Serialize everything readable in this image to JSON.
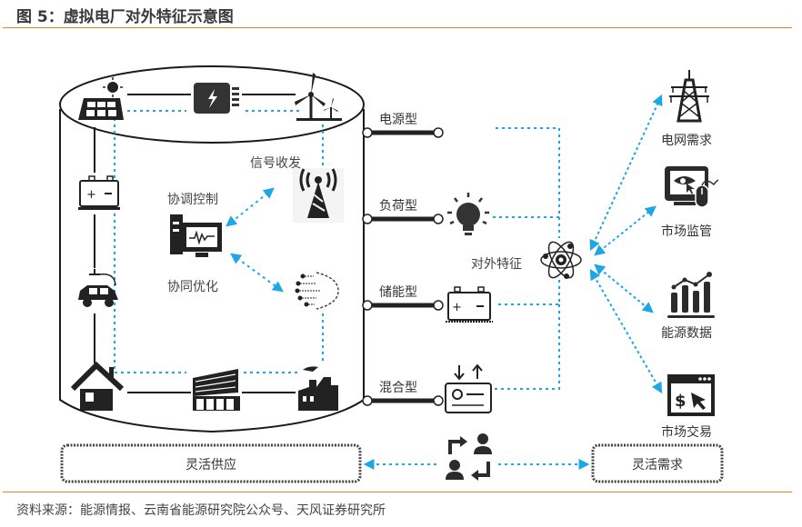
{
  "figure": {
    "title": "图 5：虚拟电厂对外特征示意图",
    "source": "资料来源：能源情报、云南省能源研究院公众号、天风证券研究所"
  },
  "colors": {
    "accent_rule": "#e8822f",
    "link_blue": "#1ea7e6",
    "icon_dark": "#2b2b2b"
  },
  "cylinder": {
    "top_icons": [
      "solar-panel",
      "inverter",
      "wind-turbine"
    ],
    "left_icons": [
      "battery",
      "electric-vehicle",
      "house"
    ],
    "bottom_icons": [
      "house",
      "office-building",
      "factory"
    ],
    "labels": {
      "signal": "信号收发",
      "control": "协调控制",
      "optimize": "协同优化"
    }
  },
  "types": [
    {
      "label": "电源型",
      "icon": ""
    },
    {
      "label": "负荷型",
      "icon": "light-bulb"
    },
    {
      "label": "储能型",
      "icon": "battery"
    },
    {
      "label": "混合型",
      "icon": "bidirectional-meter"
    }
  ],
  "center": {
    "label": "对外特征"
  },
  "targets": [
    {
      "label": "电网需求",
      "icon": "power-tower"
    },
    {
      "label": "市场监管",
      "icon": "monitor-eye-mouse"
    },
    {
      "label": "能源数据",
      "icon": "bar-chart-trend"
    },
    {
      "label": "市场交易",
      "icon": "browser-dollar"
    }
  ],
  "bottom": {
    "supply": "灵活供应",
    "demand": "灵活需求"
  }
}
